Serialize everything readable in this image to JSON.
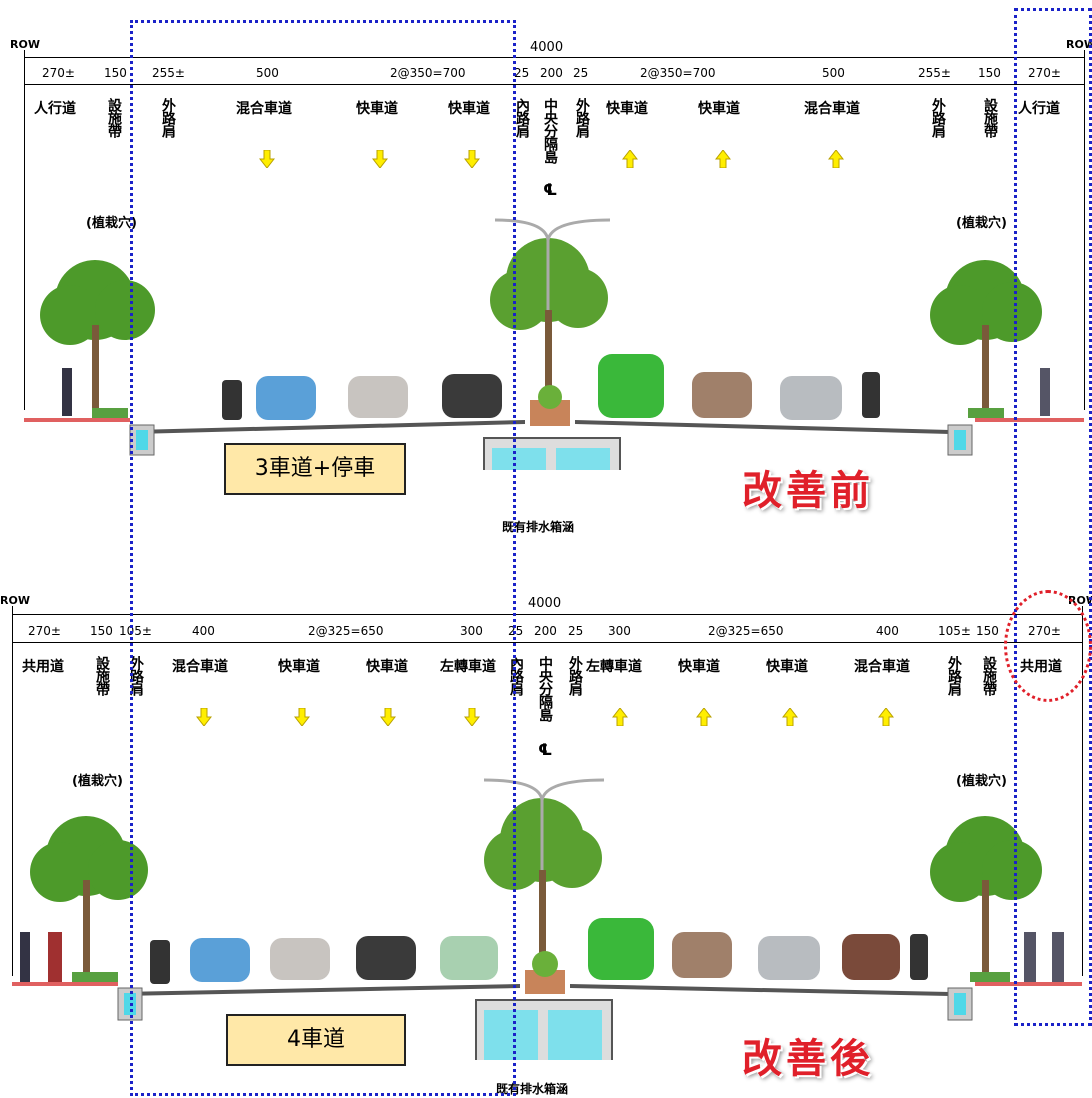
{
  "top": {
    "row_left": "ROW",
    "row_right": "ROW",
    "total": "4000",
    "dims": [
      "270±",
      "150",
      "255±",
      "500",
      "2@350=700",
      "25",
      "200",
      "25",
      "2@350=700",
      "500",
      "255±",
      "150",
      "270±"
    ],
    "labels_horizontal": [
      "人行道",
      "混合車道",
      "快車道",
      "快車道",
      "快車道",
      "快車道",
      "混合車道",
      "人行道"
    ],
    "labels_vertical": [
      "設施帶",
      "外路肩",
      "內路肩",
      "中央分隔島",
      "外路肩",
      "外路肩",
      "設施帶"
    ],
    "centerline": "℄",
    "planting_left": "(植栽穴)",
    "planting_right": "(植栽穴)",
    "lane_box": "3車道+停車",
    "title": "改善前",
    "culvert": "既有排水箱涵"
  },
  "bottom": {
    "row_left": "ROW",
    "row_right": "ROW",
    "total": "4000",
    "dims": [
      "270±",
      "150",
      "105±",
      "400",
      "2@325=650",
      "300",
      "25",
      "200",
      "25",
      "300",
      "2@325=650",
      "400",
      "105±",
      "150",
      "270±"
    ],
    "labels_horizontal": [
      "共用道",
      "混合車道",
      "快車道",
      "快車道",
      "左轉車道",
      "左轉車道",
      "快車道",
      "快車道",
      "混合車道",
      "共用道"
    ],
    "labels_vertical": [
      "設施帶",
      "外路肩",
      "內路肩",
      "中央分隔島",
      "外路肩",
      "外路肩",
      "設施帶"
    ],
    "centerline": "℄",
    "planting_left": "(植栽穴)",
    "planting_right": "(植栽穴)",
    "lane_box": "4車道",
    "title": "改善後",
    "culvert": "既有排水箱涵"
  },
  "colors": {
    "highlight_blue": "#1a22c8",
    "highlight_red": "#e0202a",
    "arrow_yellow": "#ffee00",
    "box_fill": "#ffe8a8"
  }
}
